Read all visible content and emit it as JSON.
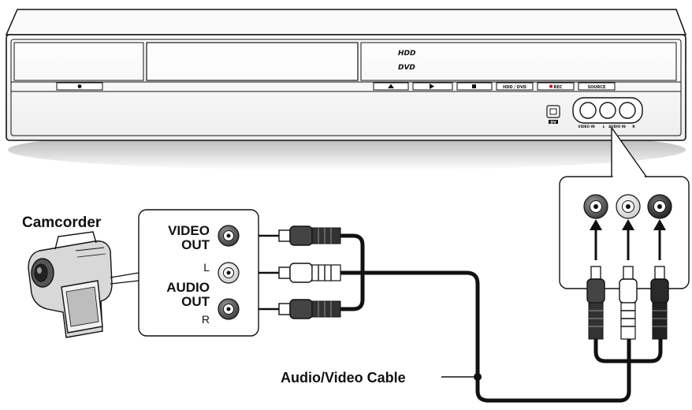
{
  "recorder": {
    "logo_hdd": "HDD",
    "logo_dvd": "DVD",
    "btn_hdd_dvd": "HDD / DVD",
    "btn_rec": "REC",
    "btn_source": "SOURCE",
    "dv_label": "DV",
    "jack_video_in": "VIDEO IN",
    "jack_l": "L",
    "jack_audio_in": "AUDIO IN",
    "jack_r": "R"
  },
  "camcorder": {
    "title": "Camcorder",
    "video_line1": "VIDEO",
    "video_line2": "OUT",
    "audio_l": "L",
    "audio_line1": "AUDIO",
    "audio_line2": "OUT",
    "audio_r": "R"
  },
  "cable": {
    "label": "Audio/Video Cable"
  },
  "colors": {
    "video_jack": "#666666",
    "audio_left_jack": "#ffffff",
    "audio_right_jack": "#444444",
    "rec_dot": "#cc0000",
    "outline": "#111111"
  }
}
